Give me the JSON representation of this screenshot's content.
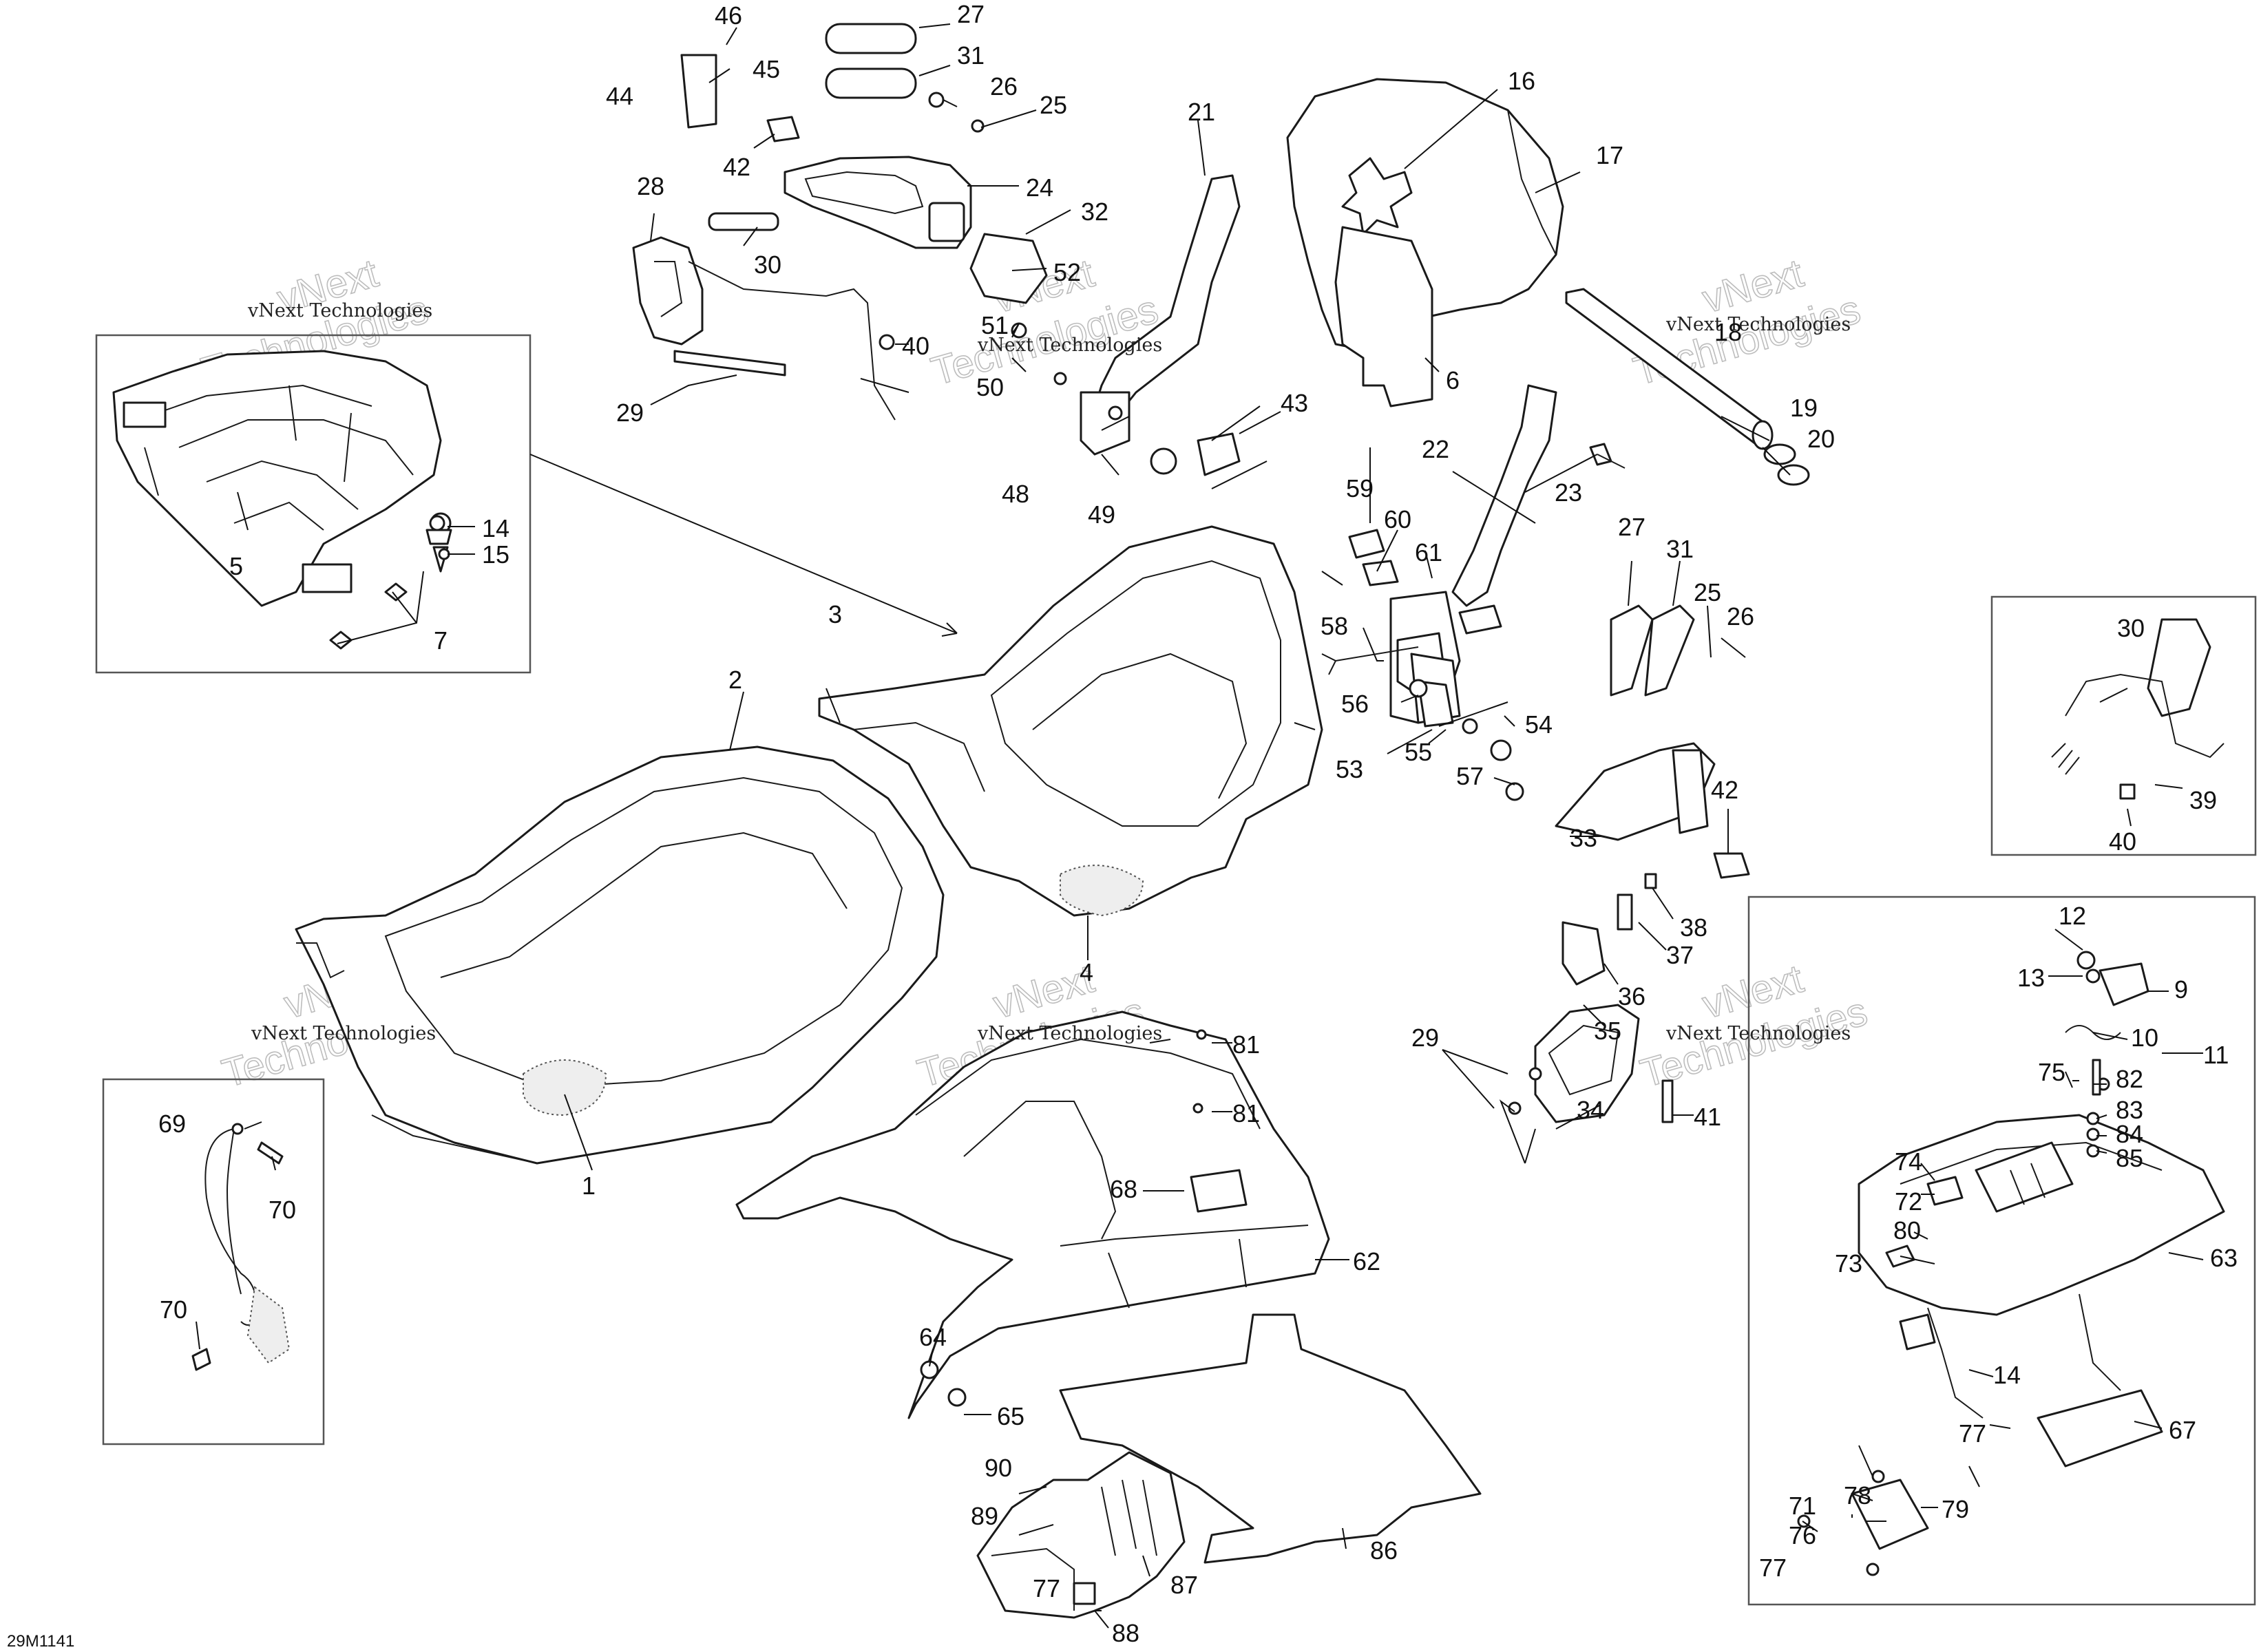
{
  "drawing_code": "29M1141",
  "watermark": {
    "line1": "vNext Technologies",
    "big_line1": "vNext",
    "big_line2": "Technologies"
  },
  "callouts": [
    {
      "id": "c1",
      "text": "1"
    },
    {
      "id": "c2",
      "text": "2"
    },
    {
      "id": "c3",
      "text": "3"
    },
    {
      "id": "c4",
      "text": "4"
    },
    {
      "id": "c5",
      "text": "5"
    },
    {
      "id": "c6",
      "text": "6"
    },
    {
      "id": "c7",
      "text": "7"
    },
    {
      "id": "c9",
      "text": "9"
    },
    {
      "id": "c10",
      "text": "10"
    },
    {
      "id": "c11",
      "text": "11"
    },
    {
      "id": "c12",
      "text": "12"
    },
    {
      "id": "c13",
      "text": "13"
    },
    {
      "id": "c14a",
      "text": "14"
    },
    {
      "id": "c14b",
      "text": "14"
    },
    {
      "id": "c15",
      "text": "15"
    },
    {
      "id": "c16",
      "text": "16"
    },
    {
      "id": "c17",
      "text": "17"
    },
    {
      "id": "c18",
      "text": "18"
    },
    {
      "id": "c19",
      "text": "19"
    },
    {
      "id": "c20",
      "text": "20"
    },
    {
      "id": "c21",
      "text": "21"
    },
    {
      "id": "c22",
      "text": "22"
    },
    {
      "id": "c23",
      "text": "23"
    },
    {
      "id": "c24",
      "text": "24"
    },
    {
      "id": "c25a",
      "text": "25"
    },
    {
      "id": "c25b",
      "text": "25"
    },
    {
      "id": "c26a",
      "text": "26"
    },
    {
      "id": "c26b",
      "text": "26"
    },
    {
      "id": "c27a",
      "text": "27"
    },
    {
      "id": "c27b",
      "text": "27"
    },
    {
      "id": "c28",
      "text": "28"
    },
    {
      "id": "c29a",
      "text": "29"
    },
    {
      "id": "c29b",
      "text": "29"
    },
    {
      "id": "c30a",
      "text": "30"
    },
    {
      "id": "c30b",
      "text": "30"
    },
    {
      "id": "c31a",
      "text": "31"
    },
    {
      "id": "c31b",
      "text": "31"
    },
    {
      "id": "c32",
      "text": "32"
    },
    {
      "id": "c33",
      "text": "33"
    },
    {
      "id": "c34",
      "text": "34"
    },
    {
      "id": "c35",
      "text": "35"
    },
    {
      "id": "c36",
      "text": "36"
    },
    {
      "id": "c37",
      "text": "37"
    },
    {
      "id": "c38",
      "text": "38"
    },
    {
      "id": "c39",
      "text": "39"
    },
    {
      "id": "c40a",
      "text": "40"
    },
    {
      "id": "c40b",
      "text": "40"
    },
    {
      "id": "c41",
      "text": "41"
    },
    {
      "id": "c42a",
      "text": "42"
    },
    {
      "id": "c42b",
      "text": "42"
    },
    {
      "id": "c43",
      "text": "43"
    },
    {
      "id": "c44",
      "text": "44"
    },
    {
      "id": "c45",
      "text": "45"
    },
    {
      "id": "c46",
      "text": "46"
    },
    {
      "id": "c48",
      "text": "48"
    },
    {
      "id": "c49",
      "text": "49"
    },
    {
      "id": "c50",
      "text": "50"
    },
    {
      "id": "c51",
      "text": "51"
    },
    {
      "id": "c52",
      "text": "52"
    },
    {
      "id": "c53",
      "text": "53"
    },
    {
      "id": "c54",
      "text": "54"
    },
    {
      "id": "c55",
      "text": "55"
    },
    {
      "id": "c56",
      "text": "56"
    },
    {
      "id": "c57",
      "text": "57"
    },
    {
      "id": "c58",
      "text": "58"
    },
    {
      "id": "c59",
      "text": "59"
    },
    {
      "id": "c60",
      "text": "60"
    },
    {
      "id": "c61",
      "text": "61"
    },
    {
      "id": "c62",
      "text": "62"
    },
    {
      "id": "c63",
      "text": "63"
    },
    {
      "id": "c64",
      "text": "64"
    },
    {
      "id": "c65",
      "text": "65"
    },
    {
      "id": "c67",
      "text": "67"
    },
    {
      "id": "c68",
      "text": "68"
    },
    {
      "id": "c69",
      "text": "69"
    },
    {
      "id": "c70a",
      "text": "70"
    },
    {
      "id": "c70b",
      "text": "70"
    },
    {
      "id": "c71",
      "text": "71"
    },
    {
      "id": "c72",
      "text": "72"
    },
    {
      "id": "c73",
      "text": "73"
    },
    {
      "id": "c74",
      "text": "74"
    },
    {
      "id": "c75",
      "text": "75"
    },
    {
      "id": "c76",
      "text": "76"
    },
    {
      "id": "c77a",
      "text": "77"
    },
    {
      "id": "c77b",
      "text": "77"
    },
    {
      "id": "c77c",
      "text": "77"
    },
    {
      "id": "c78",
      "text": "78"
    },
    {
      "id": "c79",
      "text": "79"
    },
    {
      "id": "c80",
      "text": "80"
    },
    {
      "id": "c81a",
      "text": "81"
    },
    {
      "id": "c81b",
      "text": "81"
    },
    {
      "id": "c82",
      "text": "82"
    },
    {
      "id": "c83",
      "text": "83"
    },
    {
      "id": "c84",
      "text": "84"
    },
    {
      "id": "c85",
      "text": "85"
    },
    {
      "id": "c86",
      "text": "86"
    },
    {
      "id": "c87",
      "text": "87"
    },
    {
      "id": "c88",
      "text": "88"
    },
    {
      "id": "c89",
      "text": "89"
    },
    {
      "id": "c90",
      "text": "90"
    }
  ]
}
